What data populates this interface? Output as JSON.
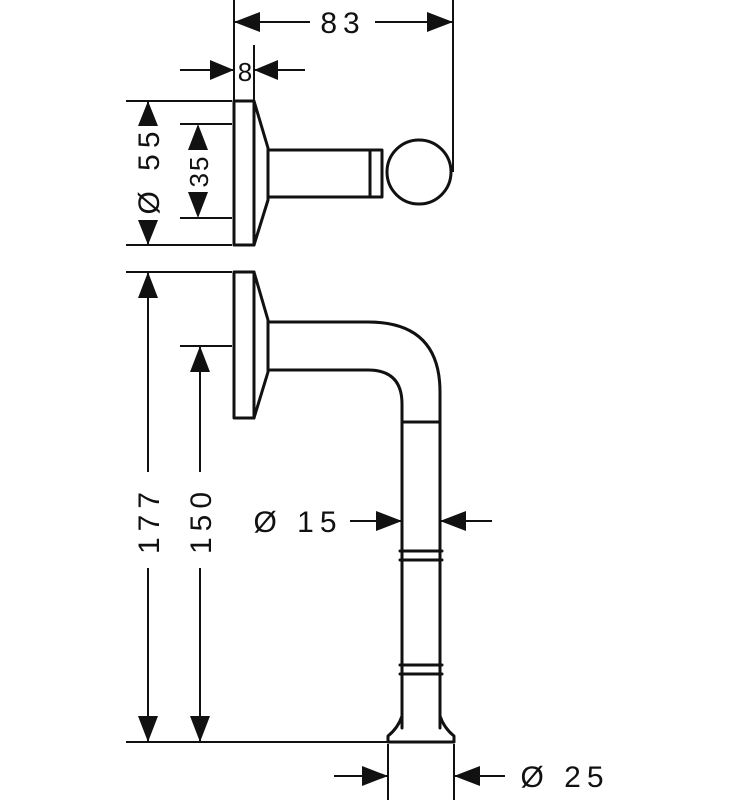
{
  "dimensions": {
    "depth_total": "83",
    "plate_thickness": "8",
    "plate_diameter": "Ø 55",
    "arm_height": "35",
    "total_height": "177",
    "hook_height": "150",
    "tube_diameter": "Ø 15",
    "foot_diameter": "Ø 25"
  }
}
